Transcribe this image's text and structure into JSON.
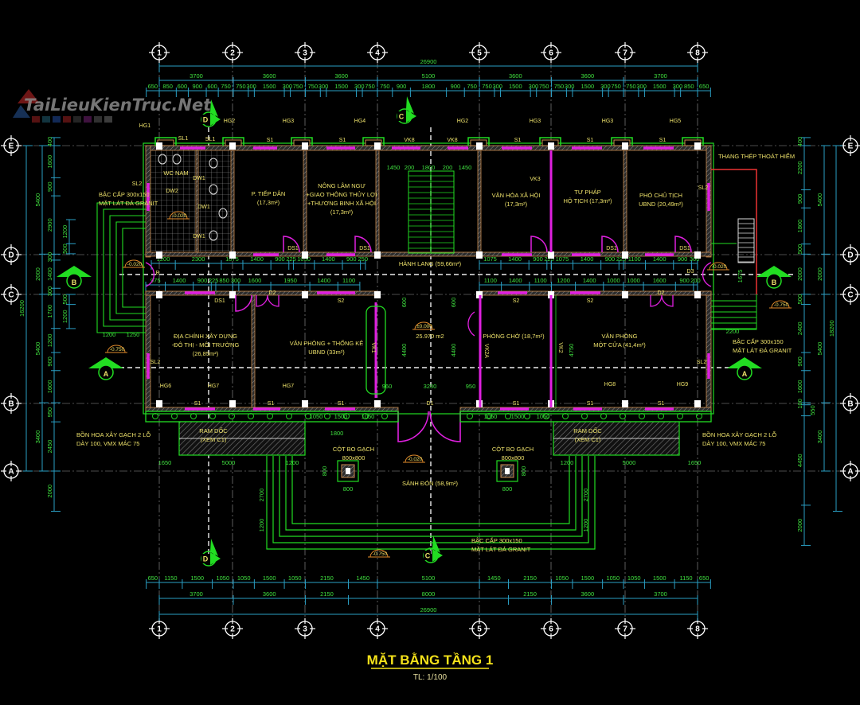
{
  "drawing": {
    "title": "MẶT BẰNG TẦNG 1",
    "scale": "TL: 1/100",
    "watermark": "TaiLieuKienTruc.Net"
  },
  "grid": {
    "columns": [
      "1",
      "2",
      "3",
      "4",
      "5",
      "6",
      "7",
      "8"
    ],
    "rows": [
      "E",
      "D",
      "C",
      "B",
      "A"
    ]
  },
  "dimensions": {
    "top_total": "26900",
    "top_spans": [
      "3700",
      "3600",
      "3600",
      "5100",
      "3600",
      "3600",
      "3700"
    ],
    "top_detail": [
      "650",
      "850",
      "600",
      "900",
      "600",
      "750",
      "750",
      "300",
      "1500",
      "300",
      "750",
      "750",
      "300",
      "1500",
      "300",
      "750",
      "750",
      "900",
      "1800",
      "900",
      "750",
      "750",
      "300",
      "1500",
      "300",
      "750",
      "750",
      "300",
      "1500",
      "300",
      "750",
      "750",
      "300",
      "1500",
      "300",
      "850",
      "650"
    ],
    "bottom_total": "26900",
    "bottom_spans": [
      "3700",
      "3600",
      "2150",
      "8000",
      "2150",
      "3600",
      "3700"
    ],
    "bottom_detail": [
      "650",
      "1150",
      "1500",
      "1050",
      "1050",
      "1500",
      "1050",
      "2150",
      "1450",
      "5100",
      "1450",
      "2150",
      "1050",
      "1500",
      "1050",
      "1050",
      "1500",
      "1150",
      "650"
    ],
    "left_total": "16200",
    "left_spans": [
      "5400",
      "2000",
      "5400",
      "3400"
    ],
    "left_detail": [
      "400",
      "1600",
      "900",
      "2900",
      "300",
      "1400",
      "300",
      "1700",
      "1200",
      "900",
      "1600",
      "950",
      "2450",
      "2000"
    ],
    "left_sub": [
      "1200",
      "500",
      "500",
      "1200"
    ],
    "right_total": "18200",
    "right_spans": [
      "5400",
      "2000",
      "5400",
      "3400"
    ],
    "right_detail": [
      "400",
      "2200",
      "900",
      "1800",
      "500",
      "2000",
      "500",
      "2400",
      "900",
      "1600",
      "100",
      "550",
      "4450",
      "2000"
    ],
    "hall_upper_left": [
      "1200",
      "2300",
      "1075",
      "1400",
      "900",
      "225",
      "1050",
      "1400",
      "900",
      "250"
    ],
    "hall_upper_right": [
      "1075",
      "1400",
      "900",
      "225",
      "1075",
      "1400",
      "900",
      "225",
      "1100",
      "1400",
      "900",
      "300"
    ],
    "hall_lower_left": [
      "975",
      "1400",
      "900",
      "225",
      "850",
      "300",
      "1600",
      "1950",
      "1400",
      "1100"
    ],
    "hall_lower_right": [
      "1100",
      "1400",
      "1100",
      "1200",
      "1400",
      "1000",
      "1000",
      "1600",
      "900",
      "200"
    ],
    "misc": [
      "4400",
      "4400",
      "4750",
      "960",
      "3200",
      "950",
      "1050",
      "1500",
      "1050",
      "1800",
      "1050",
      "1500",
      "1050",
      "1650",
      "5000",
      "1200",
      "1200",
      "5000",
      "1650",
      "2700",
      "2700",
      "1200",
      "1200",
      "800",
      "800",
      "1450",
      "200",
      "1800",
      "200",
      "1450",
      "1200",
      "1250",
      "2200",
      "1675",
      "600",
      "600",
      "800",
      "800"
    ]
  },
  "rooms": [
    {
      "lines": [
        "WC NAM"
      ]
    },
    {
      "lines": [
        "P. TIẾP DÂN",
        "(17,3m²)"
      ]
    },
    {
      "lines": [
        "NÔNG LÂM NGƯ",
        "+GIAO THÔNG THỦY LỢI",
        "+THƯƠNG BINH XÃ HỘI",
        "(17,3m²)"
      ]
    },
    {
      "lines": [
        "VĂN HÓA XÃ HỘI",
        "(17,3m²)"
      ]
    },
    {
      "lines": [
        "TƯ PHÁP",
        "HỘ TỊCH (17,3m²)"
      ]
    },
    {
      "lines": [
        "PHÓ CHỦ TỊCH",
        "UBND (20,49m²)"
      ]
    },
    {
      "lines": [
        "HÀNH LANG (59,66m²)"
      ]
    },
    {
      "lines": [
        "ĐỊA CHÍNH XÂY DỰNG",
        "-ĐÔ THỊ - MÔI TRƯỜNG",
        "(26,85m²)"
      ]
    },
    {
      "lines": [
        "VĂN PHÒNG + THỐNG KÊ",
        "UBND (33m²)"
      ]
    },
    {
      "lines": [
        "PHÒNG CHỜ (18,7m²)"
      ]
    },
    {
      "lines": [
        "VĂN PHÒNG",
        "MỘT CỬA (41,4m²)"
      ]
    },
    {
      "lines": [
        "SẢNH ĐÓN (58,9m²)"
      ]
    },
    {
      "lines": [
        "25.970 m2"
      ]
    }
  ],
  "notes": [
    {
      "lines": [
        "BẬC CẤP 300x150",
        "MẶT LÁT ĐÁ GRANIT"
      ]
    },
    {
      "lines": [
        "BẬC CẤP 300x150",
        "MẶT LÁT ĐÁ GRANIT"
      ]
    },
    {
      "lines": [
        "BẬC CẤP 300x150",
        "MẶT LÁT ĐÁ GRANIT"
      ]
    },
    {
      "lines": [
        "BỒN HOA XÂY GẠCH 2 LỖ",
        "DÀY 100, VMX MÁC 75"
      ]
    },
    {
      "lines": [
        "BỒN HOA XÂY GẠCH 2 LỖ",
        "DÀY 100, VMX MÁC 75"
      ]
    },
    {
      "lines": [
        "RAM DỐC",
        "(XEM C1)"
      ]
    },
    {
      "lines": [
        "RAM DỐC",
        "(XEM C1)"
      ]
    },
    {
      "lines": [
        "CỘT BO GẠCH",
        "800x800"
      ]
    },
    {
      "lines": [
        "CỘT BO GẠCH",
        "800x800"
      ]
    },
    {
      "lines": [
        "THANG THÉP THOÁT HIỂM"
      ]
    }
  ],
  "levels": [
    "-0.020",
    "-0.020",
    "-0.020",
    "-0.020",
    "-0.750",
    "-0.750",
    "-0.750",
    "±0.000"
  ],
  "tags": [
    "HG1",
    "HG2",
    "HG3",
    "HG4",
    "HG2",
    "HG3",
    "HG3",
    "HG5",
    "SL1",
    "SL1",
    "S1",
    "S1",
    "VK8",
    "VK8",
    "S1",
    "S1",
    "S1",
    "SL2",
    "SL2",
    "DS1",
    "DS1",
    "DS1",
    "DS1",
    "VK3",
    "B",
    "D3",
    "DS1",
    "D2",
    "S2",
    "S2",
    "S2",
    "D2",
    "SL2",
    "SL2",
    "VK1",
    "VK2A",
    "VK2",
    "HG6",
    "HG7",
    "HG7",
    "HG8",
    "HG9",
    "S1",
    "S1",
    "S1",
    "S1",
    "S1",
    "S1",
    "D1",
    "DW1",
    "DW2",
    "DW1",
    "DW1"
  ],
  "section_markers": [
    "D",
    "D",
    "C",
    "C",
    "B",
    "B",
    "A",
    "A"
  ],
  "colors": {
    "background": "#000000",
    "dimension_text": "#3fe03f",
    "dimension_line": "#2a9fc4",
    "annotation_text": "#ece06a",
    "wall": "#c98a4e",
    "window": "#e020e0",
    "green_lines": "#22dd22",
    "title": "#f5e21a"
  }
}
